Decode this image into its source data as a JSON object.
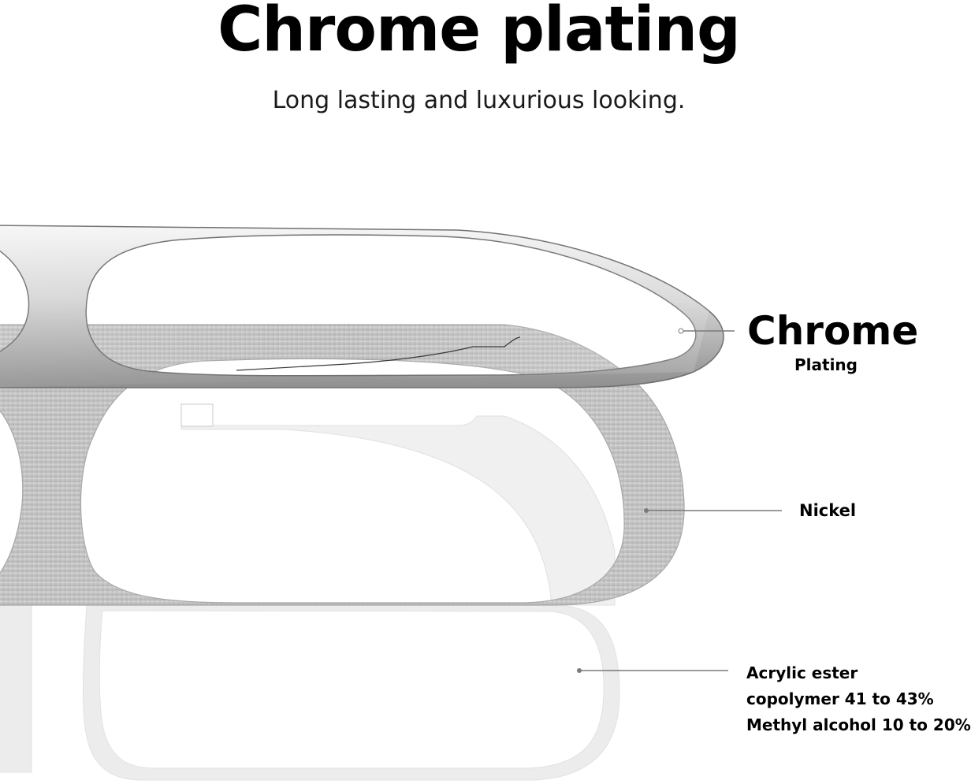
{
  "header": {
    "title": "Chrome plating",
    "subtitle": "Long lasting and luxurious looking."
  },
  "layers": {
    "chrome": {
      "title": "Chrome",
      "subtitle": "Plating"
    },
    "nickel": {
      "title": "Nickel"
    },
    "adhesive": {
      "line1": "Acrylic ester",
      "line2": "copolymer 41 to 43%",
      "line3": "Methyl alcohol 10 to 20%"
    }
  },
  "colors": {
    "chrome_light": "#f4f4f4",
    "chrome_dark": "#9b9b9b",
    "nickel": "#c9c9c9",
    "adhesive": "#ededed",
    "leader_line": "#7a7a7a"
  }
}
